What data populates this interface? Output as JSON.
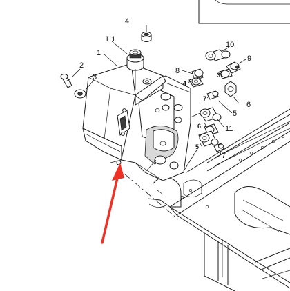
{
  "labels": {
    "l_1": "1",
    "l_1_1": "1.1",
    "l_2": "2",
    "l_3_left": "3",
    "l_4_top": "4",
    "l_8": "8",
    "l_4_mid": "4",
    "l_10": "10",
    "l_9": "9",
    "l_3_right": "3",
    "l_6_right": "6",
    "l_7_mid": "7",
    "l_5_mid": "5",
    "l_6_mid": "6",
    "l_11": "11",
    "l_5_low": "5",
    "l_7_low": "7"
  },
  "colors": {
    "arrow": "#ee3124",
    "line": "#1a1a1a"
  }
}
